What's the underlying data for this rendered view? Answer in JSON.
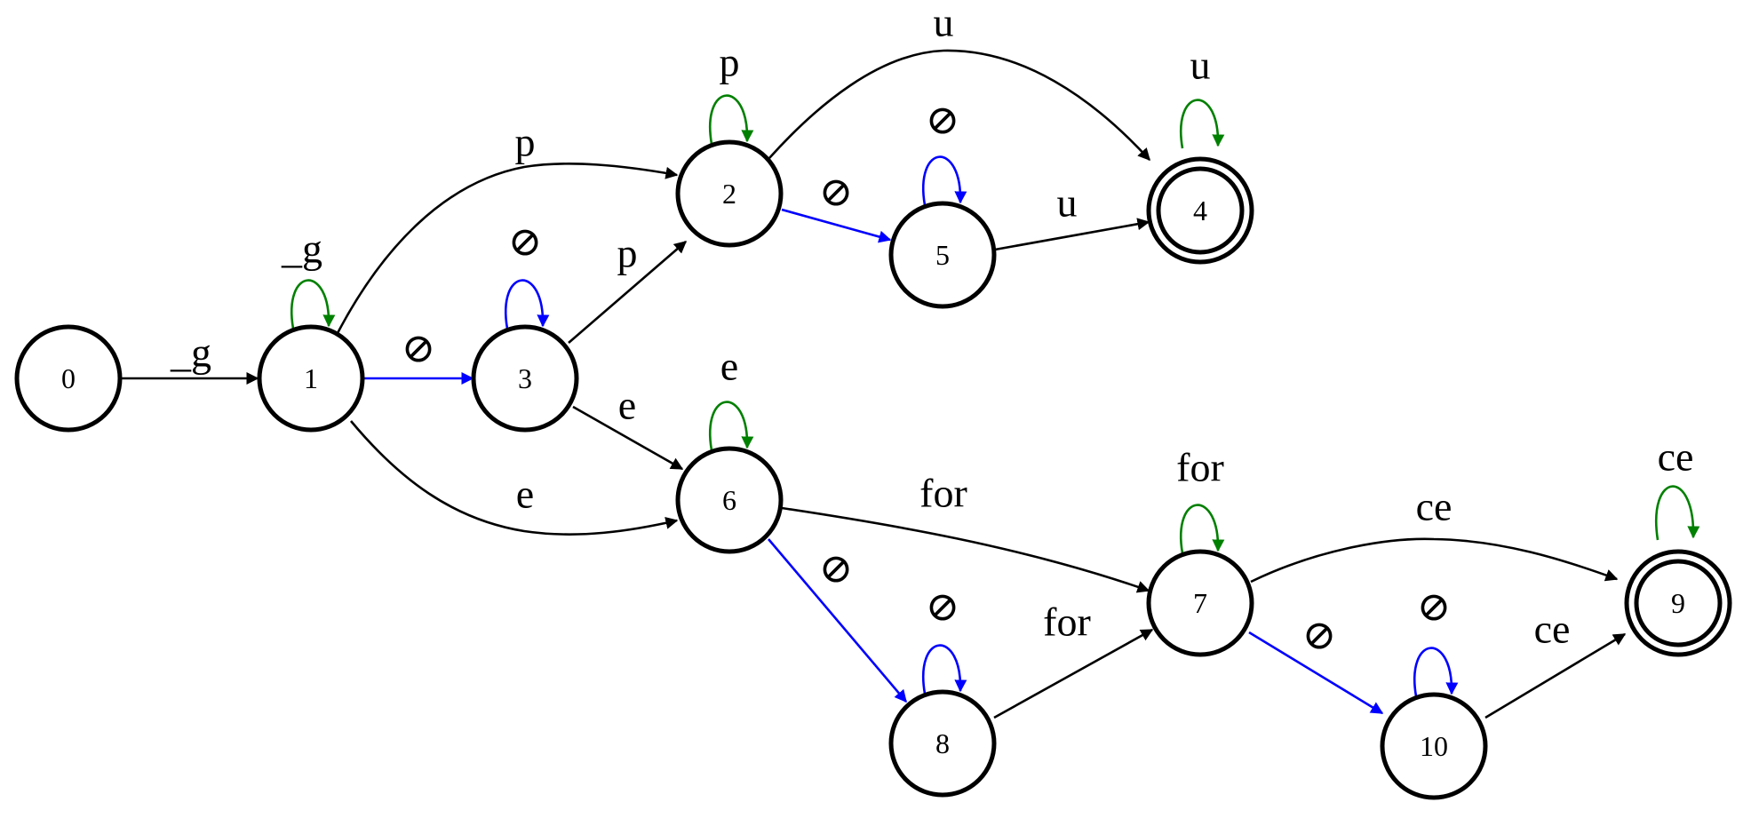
{
  "colors": {
    "normal": "#000000",
    "epsilon": "#0000ff",
    "loop": "#008000"
  },
  "nodes": [
    {
      "id": "0",
      "label": "0",
      "accepting": false
    },
    {
      "id": "1",
      "label": "1",
      "accepting": false
    },
    {
      "id": "2",
      "label": "2",
      "accepting": false
    },
    {
      "id": "3",
      "label": "3",
      "accepting": false
    },
    {
      "id": "4",
      "label": "4",
      "accepting": true
    },
    {
      "id": "5",
      "label": "5",
      "accepting": false
    },
    {
      "id": "6",
      "label": "6",
      "accepting": false
    },
    {
      "id": "7",
      "label": "7",
      "accepting": false
    },
    {
      "id": "8",
      "label": "8",
      "accepting": false
    },
    {
      "id": "9",
      "label": "9",
      "accepting": true
    },
    {
      "id": "10",
      "label": "10",
      "accepting": false
    }
  ],
  "edges": [
    {
      "id": "e-0-1",
      "from": "0",
      "to": "1",
      "label": "_g",
      "kind": "normal"
    },
    {
      "id": "e-1-1",
      "from": "1",
      "to": "1",
      "label": "_g",
      "kind": "loop"
    },
    {
      "id": "e-1-2",
      "from": "1",
      "to": "2",
      "label": "p",
      "kind": "normal"
    },
    {
      "id": "e-1-3",
      "from": "1",
      "to": "3",
      "label": "⊘",
      "kind": "epsilon"
    },
    {
      "id": "e-1-6",
      "from": "1",
      "to": "6",
      "label": "e",
      "kind": "normal"
    },
    {
      "id": "e-3-3",
      "from": "3",
      "to": "3",
      "label": "⊘",
      "kind": "epsilon-loop"
    },
    {
      "id": "e-3-2",
      "from": "3",
      "to": "2",
      "label": "p",
      "kind": "normal"
    },
    {
      "id": "e-3-6",
      "from": "3",
      "to": "6",
      "label": "e",
      "kind": "normal"
    },
    {
      "id": "e-2-2",
      "from": "2",
      "to": "2",
      "label": "p",
      "kind": "loop"
    },
    {
      "id": "e-2-4",
      "from": "2",
      "to": "4",
      "label": "u",
      "kind": "normal"
    },
    {
      "id": "e-2-5",
      "from": "2",
      "to": "5",
      "label": "⊘",
      "kind": "epsilon"
    },
    {
      "id": "e-5-5",
      "from": "5",
      "to": "5",
      "label": "⊘",
      "kind": "epsilon-loop"
    },
    {
      "id": "e-5-4",
      "from": "5",
      "to": "4",
      "label": "u",
      "kind": "normal"
    },
    {
      "id": "e-4-4",
      "from": "4",
      "to": "4",
      "label": "u",
      "kind": "loop"
    },
    {
      "id": "e-6-6",
      "from": "6",
      "to": "6",
      "label": "e",
      "kind": "loop"
    },
    {
      "id": "e-6-7",
      "from": "6",
      "to": "7",
      "label": "for",
      "kind": "normal"
    },
    {
      "id": "e-6-8",
      "from": "6",
      "to": "8",
      "label": "⊘",
      "kind": "epsilon"
    },
    {
      "id": "e-8-8",
      "from": "8",
      "to": "8",
      "label": "⊘",
      "kind": "epsilon-loop"
    },
    {
      "id": "e-8-7",
      "from": "8",
      "to": "7",
      "label": "for",
      "kind": "normal"
    },
    {
      "id": "e-7-7",
      "from": "7",
      "to": "7",
      "label": "for",
      "kind": "loop"
    },
    {
      "id": "e-7-9",
      "from": "7",
      "to": "9",
      "label": "ce",
      "kind": "normal"
    },
    {
      "id": "e-7-10",
      "from": "7",
      "to": "10",
      "label": "⊘",
      "kind": "epsilon"
    },
    {
      "id": "e-10-10",
      "from": "10",
      "to": "10",
      "label": "⊘",
      "kind": "epsilon-loop"
    },
    {
      "id": "e-10-9",
      "from": "10",
      "to": "9",
      "label": "ce",
      "kind": "normal"
    },
    {
      "id": "e-9-9",
      "from": "9",
      "to": "9",
      "label": "ce",
      "kind": "loop"
    }
  ]
}
